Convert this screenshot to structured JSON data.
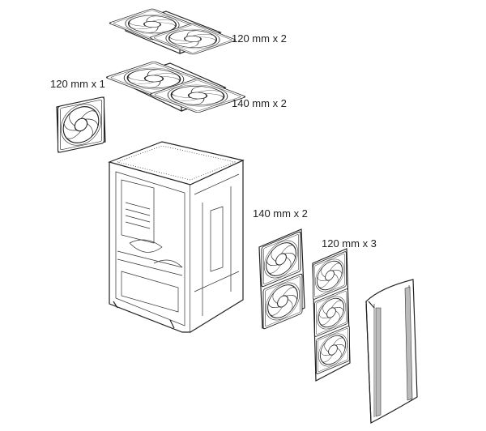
{
  "labels": {
    "top_120": "120 mm x 2",
    "top_140": "140 mm x 2",
    "rear_120": "120 mm x 1",
    "front_140": "140 mm x 2",
    "front_120": "120 mm x 3"
  }
}
